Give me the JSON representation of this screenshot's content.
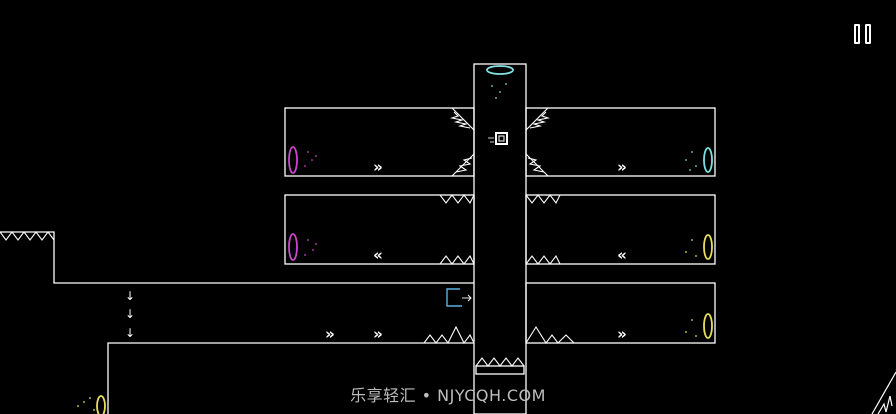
{
  "game": {
    "type": "neon-line-platformer",
    "palette": {
      "background": "#000000",
      "walls": "#ffffff",
      "portal_cyan": "#7fe0e0",
      "portal_magenta": "#cc44cc",
      "portal_yellow": "#e8e05a",
      "sign_blue": "#5ab0e0"
    },
    "pause_icon": "pause-icon",
    "conveyor_right_glyph": "»",
    "conveyor_left_glyph": "«",
    "down_arrow_glyph": "↓",
    "portal_colors": [
      "cyan",
      "cyan",
      "magenta",
      "magenta",
      "yellow",
      "yellow",
      "yellow"
    ]
  },
  "watermark": "乐享轻汇 • NJYCQH.COM"
}
